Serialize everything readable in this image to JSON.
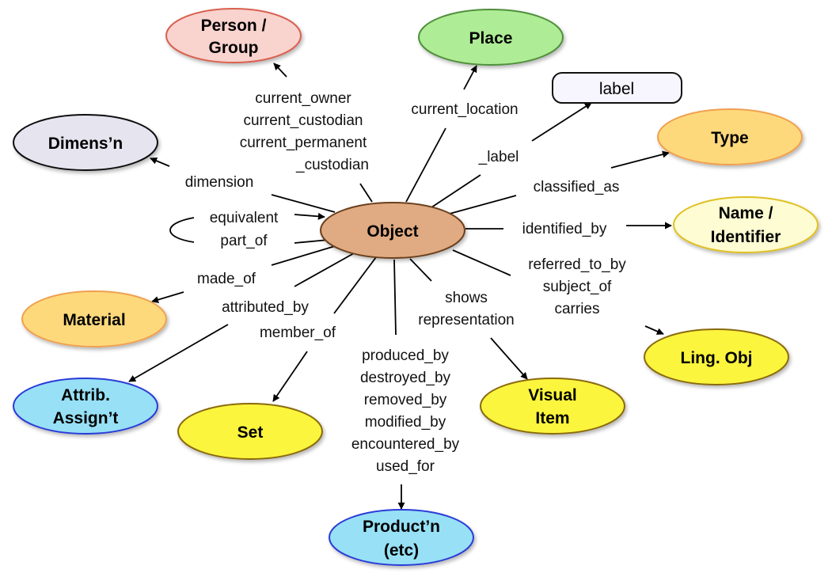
{
  "diagram": {
    "title": "Object relationships",
    "nodes": {
      "object": {
        "label": [
          "Object"
        ],
        "fill": "#e0aa82",
        "stroke": "#6b3f1f"
      },
      "person_group": {
        "label": [
          "Person /",
          "Group"
        ],
        "fill": "#f9d3ce",
        "stroke": "#d9604f"
      },
      "place": {
        "label": [
          "Place"
        ],
        "fill": "#aeec95",
        "stroke": "#4f8f3a"
      },
      "label": {
        "label": [
          "label"
        ],
        "fill": "#f7f6ff",
        "stroke": "#111111"
      },
      "type": {
        "label": [
          "Type"
        ],
        "fill": "#fdd97c",
        "stroke": "#f0a050"
      },
      "dimension": {
        "label": [
          "Dimens’n"
        ],
        "fill": "#e6e4ef",
        "stroke": "#111111"
      },
      "name_identifier": {
        "label": [
          "Name /",
          "Identifier"
        ],
        "fill": "#fdfcd2",
        "stroke": "#e0c020"
      },
      "material": {
        "label": [
          "Material"
        ],
        "fill": "#fdd97c",
        "stroke": "#f0a050"
      },
      "ling_obj": {
        "label": [
          "Ling. Obj"
        ],
        "fill": "#fbf53c",
        "stroke": "#8a6a10"
      },
      "attrib_assign": {
        "label": [
          "Attrib.",
          "Assign’t"
        ],
        "fill": "#97e0f5",
        "stroke": "#2a3ad8"
      },
      "set": {
        "label": [
          "Set"
        ],
        "fill": "#fbf53c",
        "stroke": "#8a6a10"
      },
      "visual_item": {
        "label": [
          "Visual",
          "Item"
        ],
        "fill": "#fbf53c",
        "stroke": "#8a6a10"
      },
      "production": {
        "label": [
          "Product’n",
          "(etc)"
        ],
        "fill": "#97e0f5",
        "stroke": "#2a3ad8"
      }
    },
    "edges": {
      "to_person_group": [
        "current_owner",
        "current_custodian",
        "current_permanent",
        "_custodian"
      ],
      "to_place": [
        "current_location"
      ],
      "to_label": [
        "_label"
      ],
      "to_type": [
        "classified_as"
      ],
      "to_dimension": [
        "dimension"
      ],
      "self_loop": [
        "equivalent",
        "part_of"
      ],
      "to_name": [
        "identified_by"
      ],
      "to_material": [
        "made_of"
      ],
      "to_ling_obj": [
        "referred_to_by",
        "subject_of",
        "carries"
      ],
      "to_attrib": [
        "attributed_by"
      ],
      "to_set": [
        "member_of"
      ],
      "to_visual": [
        "shows",
        "representation"
      ],
      "to_production": [
        "produced_by",
        "destroyed_by",
        "removed_by",
        "modified_by",
        "encountered_by",
        "used_for"
      ]
    }
  }
}
